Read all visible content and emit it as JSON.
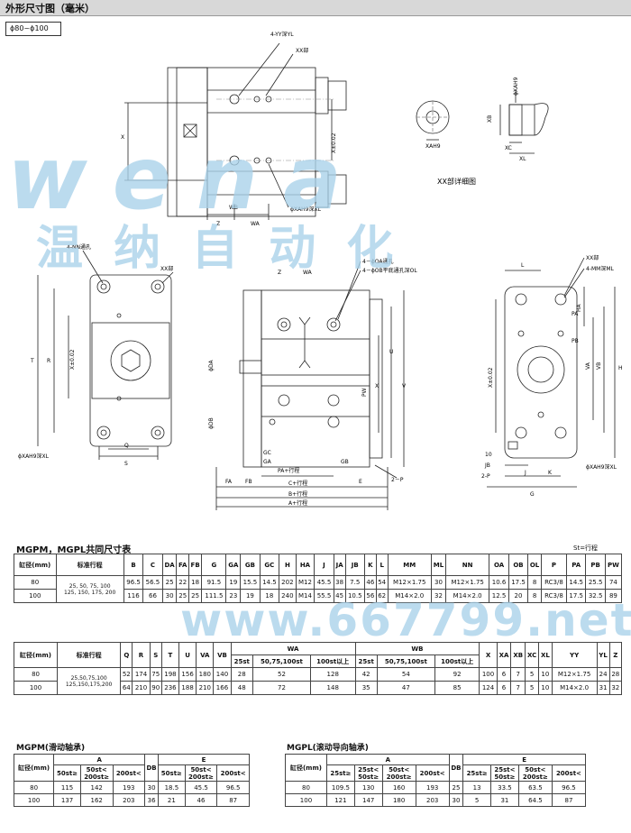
{
  "header": {
    "title": "外形尺寸图（毫米）",
    "range": "ϕ80~ϕ100"
  },
  "watermarks": {
    "logo": "wena",
    "chinese": "温 纳 自 动 化",
    "url": "www.667799.net"
  },
  "drawing_labels": {
    "top_yy": "4-YY深YL",
    "top_xx": "XX部",
    "top_x": "X",
    "top_xpm": "X±0.02",
    "top_z": "Z",
    "top_wb": "WB",
    "top_wa": "WA",
    "top_xa": "ϕXAH9深XL",
    "detail_xa": "ϕXAH9",
    "detail_xb": "XB",
    "detail_xc": "XC",
    "detail_xl": "XL",
    "detail_xa2": "XAH9",
    "detail_caption": "XX部详细图",
    "l_nn": "4-NN通孔",
    "l_xx": "XX部",
    "l_t": "T",
    "l_r": "R",
    "l_xpm": "X±0.02",
    "l_q": "Q",
    "l_s": "S",
    "l_xa": "ϕXAH9深XL",
    "m_z": "Z",
    "m_wa": "WA",
    "m_oa": "4－ϕOA通孔",
    "m_ob": "4－ϕOB平底通孔深OL",
    "m_da": "ϕDA",
    "m_db": "ϕDB",
    "m_x": "X",
    "m_pw": "PW",
    "m_u": "U",
    "m_v": "V",
    "m_gc": "GC",
    "m_ga": "GA",
    "m_gb": "GB",
    "m_pa": "PA+行程",
    "m_fa": "FA",
    "m_fb": "FB",
    "m_c": "C+行程",
    "m_b": "B+行程",
    "m_a": "A+行程",
    "m_e": "E",
    "m_p": "2－P",
    "r_l": "L",
    "r_xx": "XX部",
    "r_mm": "4-MM深ML",
    "r_ha": "HA",
    "r_xpm": "X±0.02",
    "r_va": "VA",
    "r_vb": "VB",
    "r_h": "H",
    "r_pa": "PA",
    "r_pb": "PB",
    "r_10": "10",
    "r_jb": "JB",
    "r_j": "J",
    "r_k": "K",
    "r_2p": "2-P",
    "r_g": "G",
    "r_xa": "ϕXAH9深XL"
  },
  "table1": {
    "title": "MGPM，MGPL共同尺寸表",
    "unit": "St=行程",
    "headers": [
      "缸径(mm)",
      "标准行程",
      "B",
      "C",
      "DA",
      "FA",
      "FB",
      "G",
      "GA",
      "GB",
      "GC",
      "H",
      "HA",
      "J",
      "JA",
      "JB",
      "K",
      "L",
      "MM",
      "ML",
      "NN",
      "OA",
      "OB",
      "OL",
      "P",
      "PA",
      "PB",
      "PW"
    ],
    "rows": [
      [
        "80",
        "25, 50, 75, 100\n125, 150, 175, 200",
        "96.5",
        "56.5",
        "25",
        "22",
        "18",
        "91.5",
        "19",
        "15.5",
        "14.5",
        "202",
        "M12",
        "45.5",
        "38",
        "7.5",
        "46",
        "54",
        "M12×1.75",
        "30",
        "M12×1.75",
        "10.6",
        "17.5",
        "8",
        "RC3/8",
        "14.5",
        "25.5",
        "74"
      ],
      [
        "100",
        "",
        "116",
        "66",
        "30",
        "25",
        "25",
        "111.5",
        "23",
        "19",
        "18",
        "240",
        "M14",
        "55.5",
        "45",
        "10.5",
        "56",
        "62",
        "M14×2.0",
        "32",
        "M14×2.0",
        "12.5",
        "20",
        "8",
        "RC3/8",
        "17.5",
        "32.5",
        "89"
      ]
    ]
  },
  "table2": {
    "headers": [
      "缸径(mm)",
      "标准行程",
      "Q",
      "R",
      "S",
      "T",
      "U",
      "VA",
      "VB",
      "WA",
      "WB",
      "X",
      "XA",
      "XB",
      "XC",
      "XL",
      "YY",
      "YL",
      "Z"
    ],
    "wa_sub": [
      "25st",
      "50,75,100st",
      "100st以上"
    ],
    "wb_sub": [
      "25st",
      "50,75,100st",
      "100st以上"
    ],
    "rows": [
      [
        "80",
        "25,50,75,100\n125,150,175,200",
        "52",
        "174",
        "75",
        "198",
        "156",
        "180",
        "140",
        "28",
        "52",
        "128",
        "42",
        "54",
        "92",
        "100",
        "6",
        "7",
        "5",
        "10",
        "M12×1.75",
        "24",
        "28"
      ],
      [
        "100",
        "",
        "64",
        "210",
        "90",
        "236",
        "188",
        "210",
        "166",
        "48",
        "72",
        "148",
        "35",
        "47",
        "85",
        "124",
        "6",
        "7",
        "5",
        "10",
        "M14×2.0",
        "31",
        "32"
      ]
    ]
  },
  "table3": {
    "title": "MGPM(滑动轴承)",
    "head_bore": "缸径(mm)",
    "head_a": "A",
    "head_db": "DB",
    "head_e": "E",
    "a_sub": [
      "50st≥",
      "50st<\n200st≥",
      "200st<"
    ],
    "e_sub": [
      "50st≥",
      "50st<\n200st≥",
      "200st<"
    ],
    "rows": [
      [
        "80",
        "115",
        "142",
        "193",
        "30",
        "18.5",
        "45.5",
        "96.5"
      ],
      [
        "100",
        "137",
        "162",
        "203",
        "36",
        "21",
        "46",
        "87"
      ]
    ]
  },
  "table4": {
    "title": "MGPL(滚动导向轴承)",
    "head_bore": "缸径(mm)",
    "head_a": "A",
    "head_db": "DB",
    "head_e": "E",
    "a_sub": [
      "25st≥",
      "25st<\n50st≥",
      "50st<\n200st≥",
      "200st<"
    ],
    "e_sub": [
      "25st≥",
      "25st<\n50st≥",
      "50st<\n200st≥",
      "200st<"
    ],
    "rows": [
      [
        "80",
        "109.5",
        "130",
        "160",
        "193",
        "25",
        "13",
        "33.5",
        "63.5",
        "96.5"
      ],
      [
        "100",
        "121",
        "147",
        "180",
        "203",
        "30",
        "5",
        "31",
        "64.5",
        "87"
      ]
    ]
  }
}
